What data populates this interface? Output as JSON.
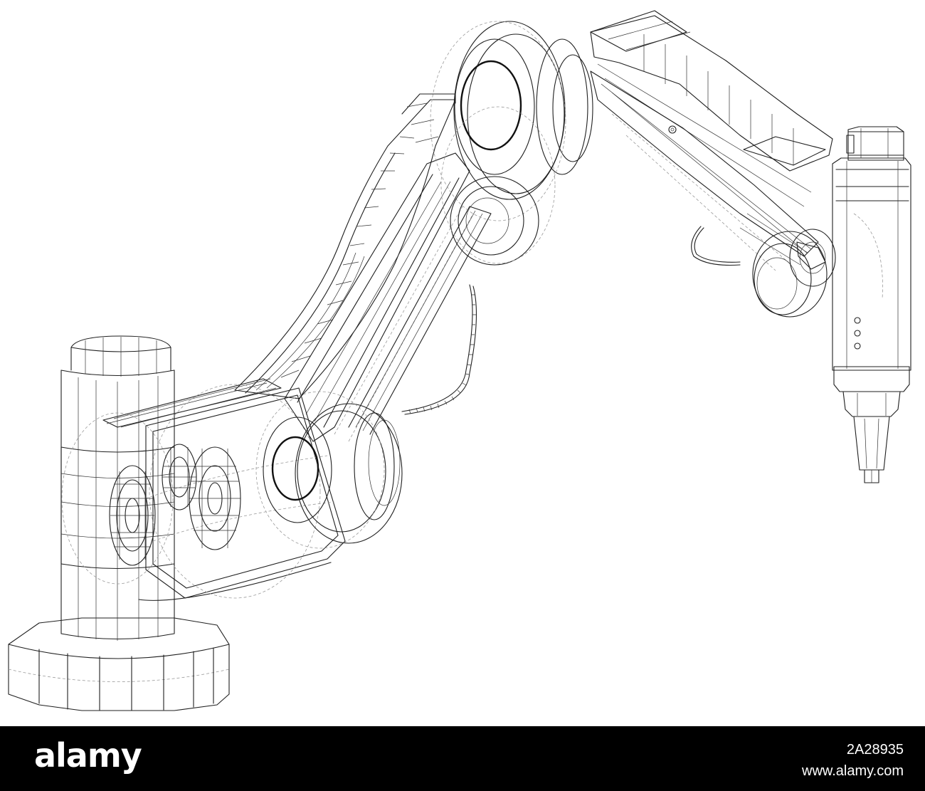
{
  "image": {
    "subject": "wireframe-robotic-arm-icon",
    "background_color": "#ffffff",
    "line_color": "#1f1f1f"
  },
  "footer": {
    "background_color": "#000000",
    "text_color": "#ffffff",
    "logo_text": "alamy",
    "image_id": "2A28935",
    "site_url": "www.alamy.com"
  }
}
